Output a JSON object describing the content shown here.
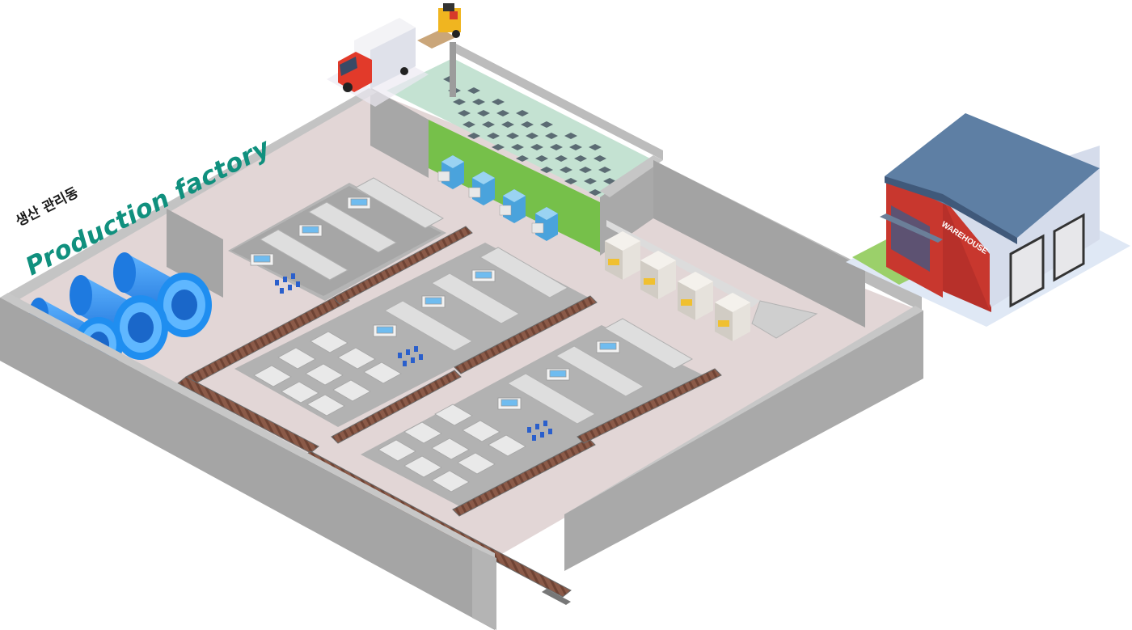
{
  "labels": {
    "korean_title": "생산 관리동",
    "main_title": "Production factory",
    "warehouse_sign": "WAREHOUSE"
  },
  "colors": {
    "floor": "#e2d6d6",
    "wall_top": "#b8b8b8",
    "wall_side": "#9a9a9a",
    "tank_blue": "#1e88ee",
    "office_green": "#7cc44a",
    "office_roof": "#c4e2d2",
    "warehouse_roof": "#5d7ea3",
    "warehouse_red": "#c8372e",
    "truck_cab": "#e03a2a",
    "brand_teal": "#10907e"
  },
  "icons": [
    "tank-icon",
    "truck-icon",
    "forklift-icon",
    "conveyor-icon",
    "machine-icon",
    "cabinet-icon",
    "warehouse-icon"
  ]
}
